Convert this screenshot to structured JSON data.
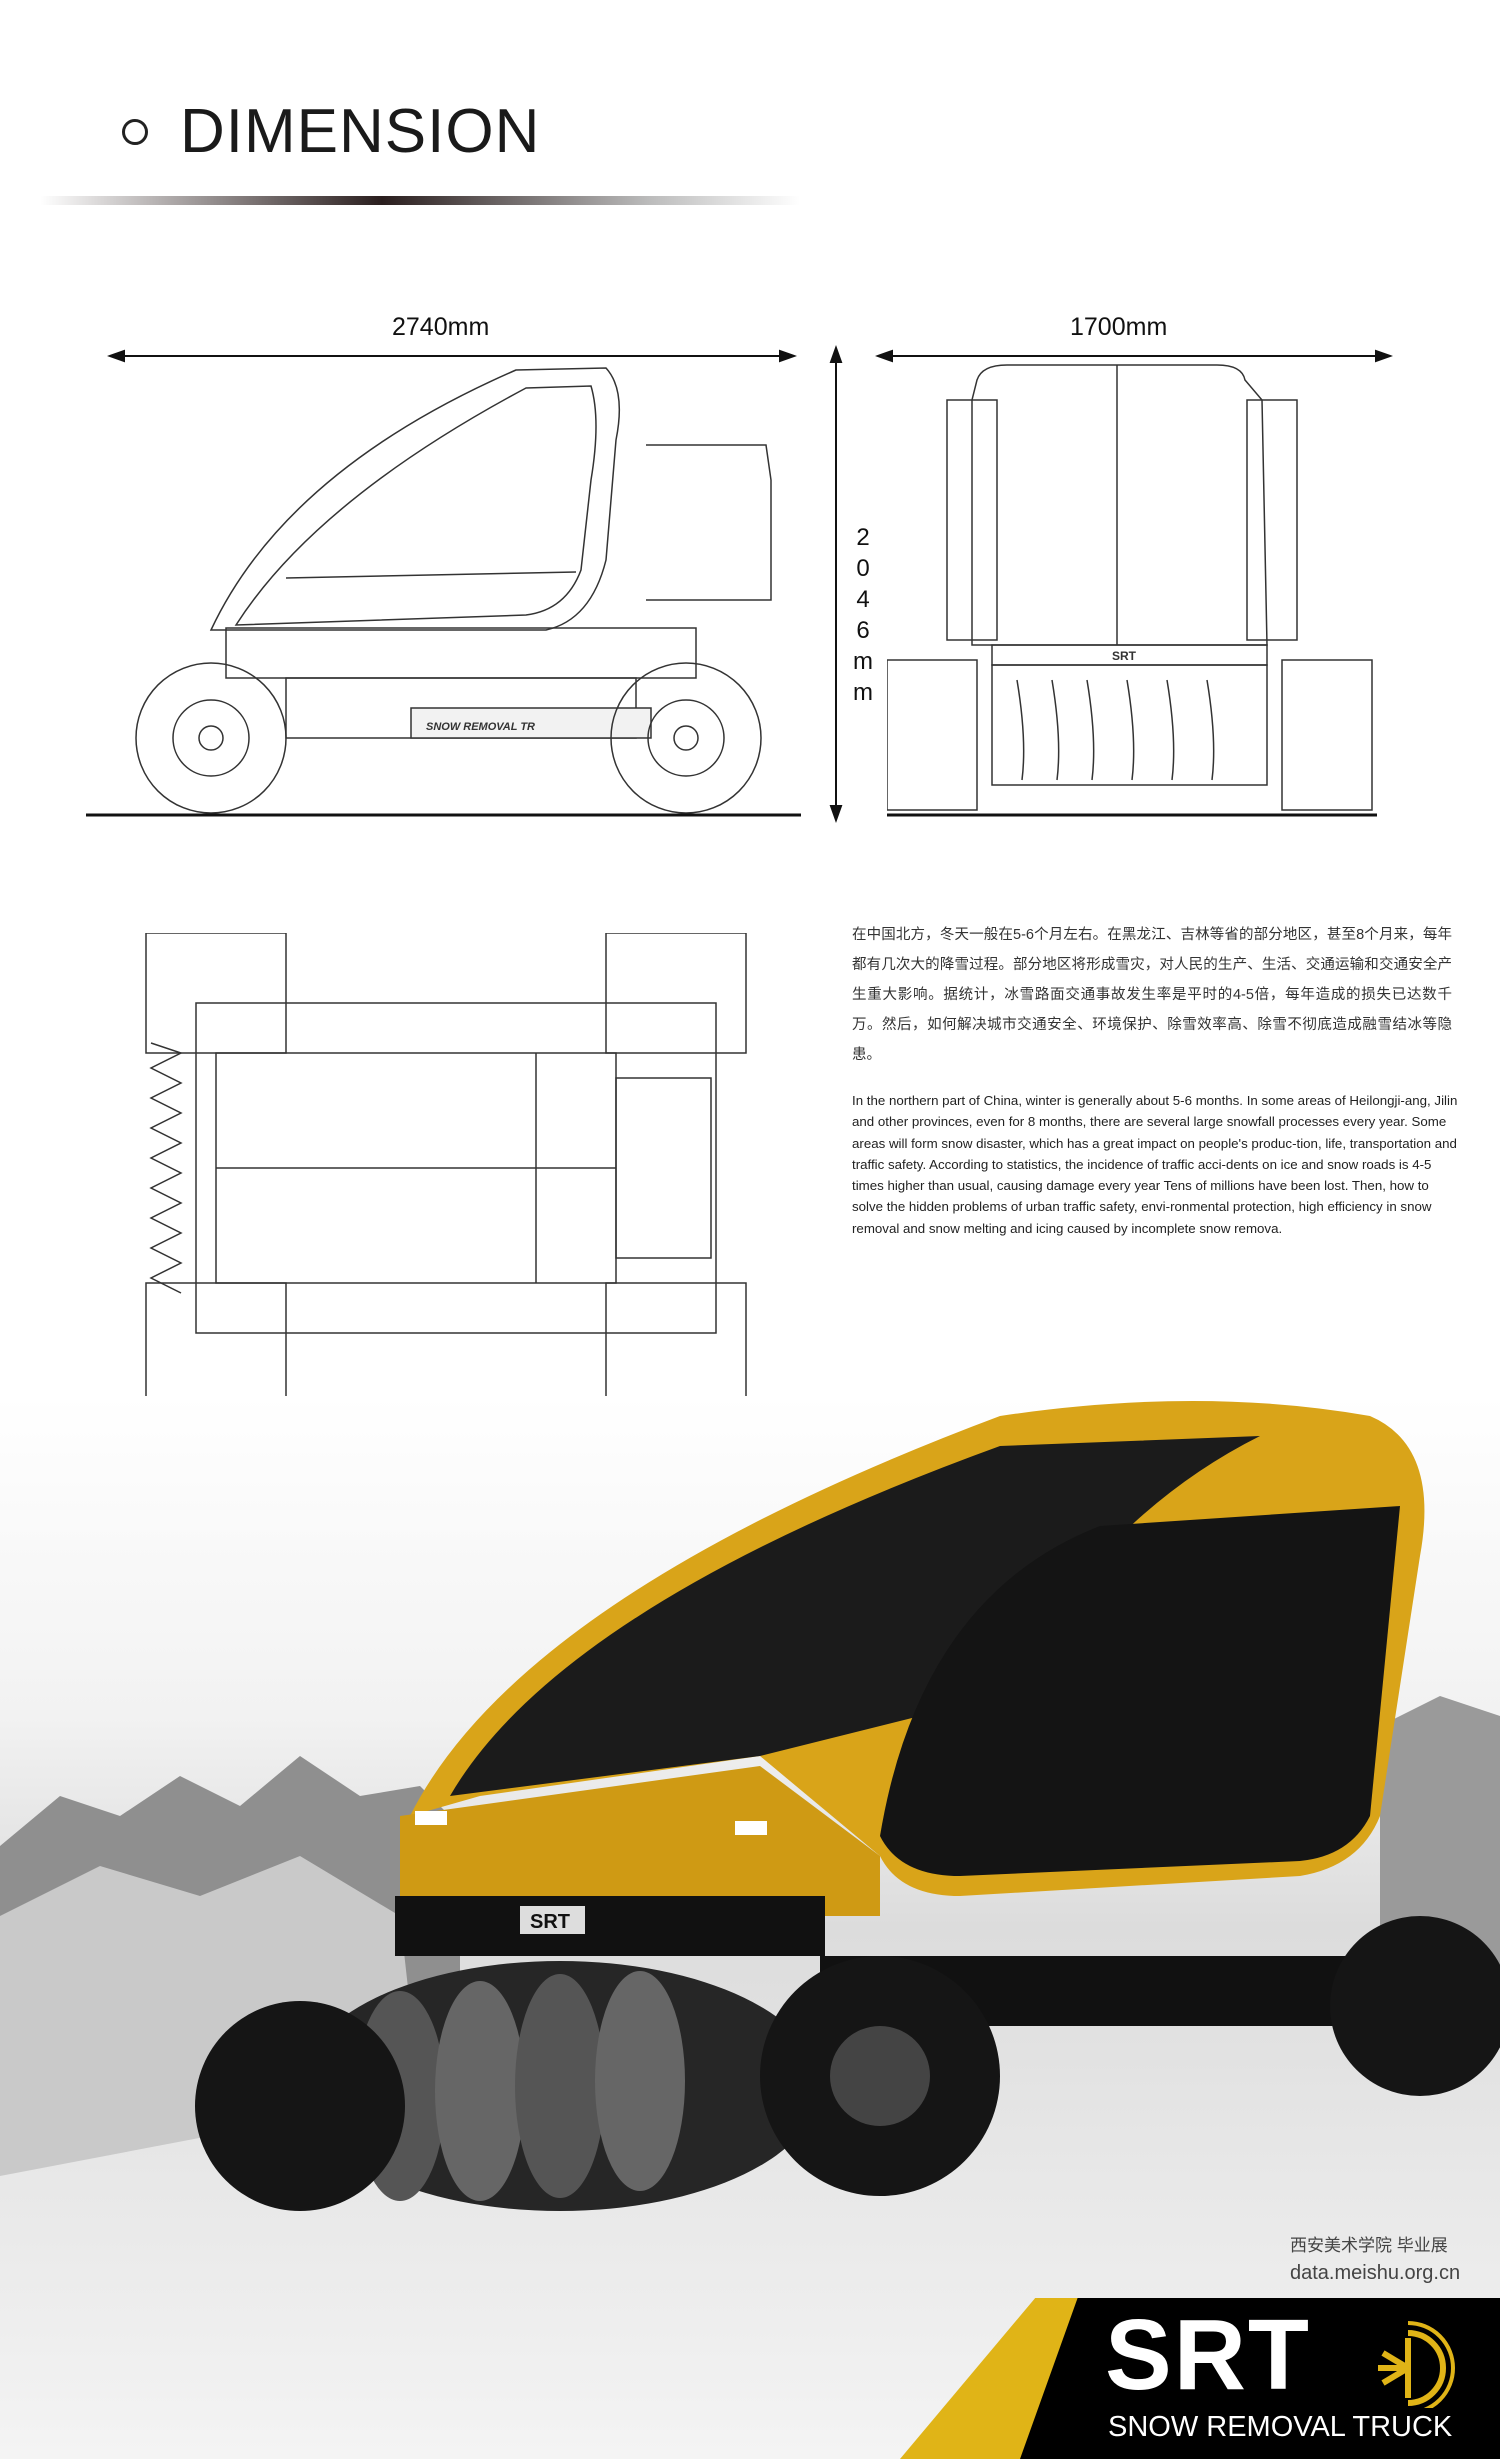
{
  "header": {
    "title": "DIMENSION"
  },
  "dimensions": {
    "length": "2740mm",
    "width": "1700mm",
    "height_chars": [
      "2",
      "0",
      "4",
      "6",
      "m",
      "m"
    ],
    "height": "2046mm"
  },
  "side_view": {
    "badge_text": "SNOW REMOVAL TR"
  },
  "front_view": {
    "badge_text": "SRT"
  },
  "description": {
    "chinese": "在中国北方，冬天一般在5-6个月左右。在黑龙江、吉林等省的部分地区，甚至8个月来，每年都有几次大的降雪过程。部分地区将形成雪灾，对人民的生产、生活、交通运输和交通安全产生重大影响。据统计，冰雪路面交通事故发生率是平时的4-5倍，每年造成的损失已达数千万。然后，如何解决城市交通安全、环境保护、除雪效率高、除雪不彻底造成融雪结冰等隐患。",
    "english": "In the northern part of China, winter is generally about 5-6 months. In some areas of Heilongji-ang, Jilin and other provinces, even for 8 months, there are several large snowfall processes every year. Some areas will form snow disaster, which has a great impact on people's produc-tion, life, transportation and traffic safety. According to statistics, the incidence of traffic acci-dents on ice and snow roads is 4-5 times higher than usual, causing damage every year Tens of millions have been lost. Then, how to solve the hidden problems of urban traffic safety, envi-ronmental protection, high efficiency in snow removal and snow melting and icing caused by incomplete snow remova."
  },
  "render": {
    "plate_text": "SRT"
  },
  "brand": {
    "logo": "SRT",
    "subtitle": "SNOW REMOVAL TRUCK",
    "watermark": "西安美术学院 毕业展",
    "watermark_url": "data.meishu.org.cn"
  },
  "colors": {
    "accent": "#e0b417",
    "dark": "#000000"
  }
}
